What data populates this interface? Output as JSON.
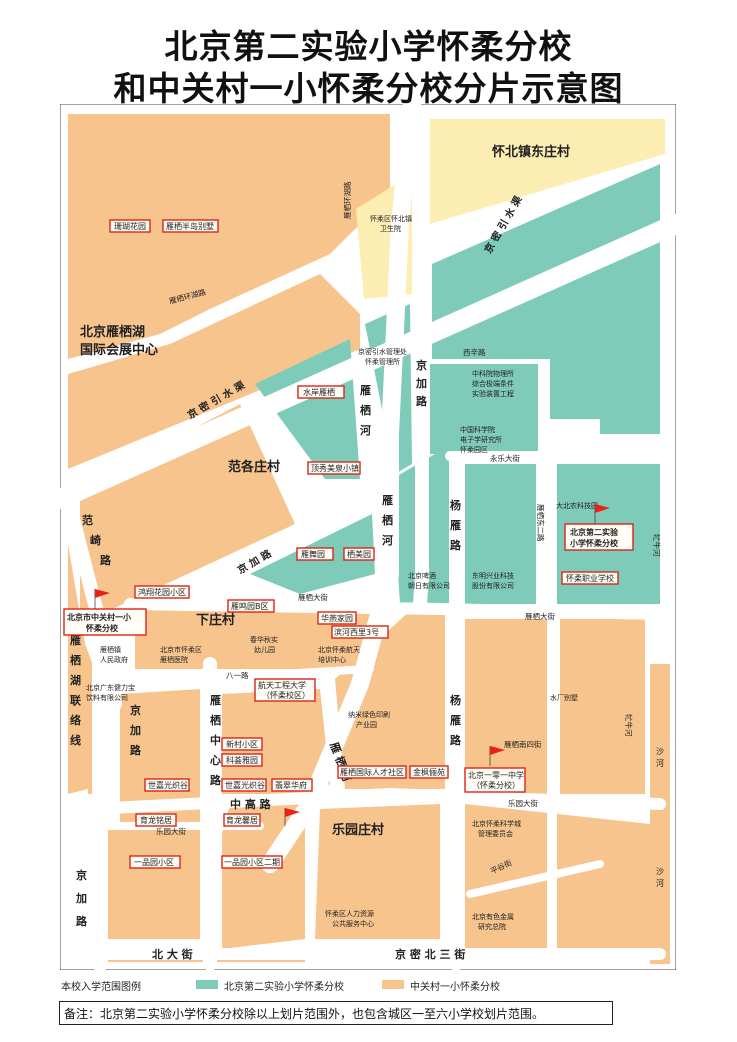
{
  "title": {
    "line1": "北京第二实验小学怀柔分校",
    "line2": "和中关村一小怀柔分校分片示意图"
  },
  "colors": {
    "school2_zone": "#7fcbb9",
    "zgc1_zone": "#f6c48c",
    "village": "#fcedb2",
    "road": "#ffffff",
    "box_border": "#d9241a",
    "flag": "#e8211a"
  },
  "areas": {
    "huaibei_dongzhuang": "怀北镇东庄村",
    "yanqihu_center": "北京雁栖湖\n国际会展中心",
    "fangezhuang": "范各庄村",
    "xiazhuang": "下庄村",
    "leyuanzhuang": "乐园庄村"
  },
  "roads": {
    "jingmi_yinshui_upper": "京密引水渠",
    "jingmi_yinshui_lower": "京密引水渠",
    "yanqi_huanhu_1": "雁栖环湖路",
    "yanqi_huanhu_2": "雁栖环湖路",
    "jingjia_1": "京加路",
    "jingjia_2": "京加路",
    "jingjia_3": "京加路",
    "jingjia_4": "京加路",
    "yanqi_he_1": "雁栖河",
    "yanqi_he_2": "雁栖河",
    "yanqi_he_3": "雁栖河",
    "yanqi_yonglu": "杨雁路",
    "yanqi_yonglu_2": "杨雁路",
    "yanqi_dong_2": "雁栖东二路",
    "fanqi": "范崎路",
    "yanqi_hu_lianluoxian": "雁栖湖联络线",
    "yanqi_zhongxin": "雁栖中心路",
    "zhonggao": "中高路",
    "bei_da_jie": "北大街",
    "jingmi_bei_san": "京密北三街",
    "leyuan_dajie": "乐园大街",
    "leyuan_dajie2": "乐园大街",
    "yanqi_dajie": "雁栖大街",
    "yanqi_dajie2": "雁栖大街",
    "yanqi_nan_si": "雁栖南四街",
    "yongdong_dajie": "永乐大街",
    "xixing": "西辛路",
    "ba_yi": "八一路",
    "yuniu_he_1": "牤牛河",
    "yuniu_he_2": "牤牛河",
    "sha_he_1": "沙河",
    "sha_he_2": "沙河",
    "pinggu": "平谷街"
  },
  "labels": {
    "huaibei_clinic": "怀柔区怀北镇\n卫生院",
    "jingmi_mgmt": "京密引水管理处\n怀柔管理所",
    "keyuan": "中科院物理所\n综合极端条件\n实验装置工程",
    "dianzi": "中国科学院\n电子学研究所\n怀柔园区",
    "dabei_park": "大北农科技园",
    "beer": "北京啤酒\n朝日有限公司",
    "dongming": "东明兴业科技\n股份有限公司",
    "yanqi_town_gov": "雁栖镇\n人民政府",
    "hospital": "北京市怀柔区\n雁栖医院",
    "kindergarten": "春华秋实\n幼儿园",
    "hangtian_center": "北京怀柔航天\n培训中心",
    "guangdong_jianli": "北京广东健力宝\n饮料有限公司",
    "nami_park": "纳米绿色印刷\n产业园",
    "shuichang_villa": "水厂别墅",
    "kexuecheng": "北京怀柔科学城\n管理委员会",
    "hr_center": "怀柔区人力资源\n公共服务中心",
    "metal_institute": "北京有色金属\n研究总院"
  },
  "communities": [
    "珊瑚花园",
    "雁栖半岛别墅",
    "水岸雁栖",
    "顶秀美泉小镇",
    "雁舞园",
    "栖美园",
    "鸿翔花园小区",
    "雁鸣园B区",
    "华燕家园",
    "滨河西里3号",
    "航天工程大学\n（怀柔校区）",
    "新村小区",
    "科荟雅园",
    "世嘉光织谷",
    "世嘉光织谷",
    "翡翠华府",
    "雁栖国际人才社区",
    "金枫俪苑",
    "育龙铭居",
    "育龙馨居",
    "一品园小区",
    "一品园小区二期",
    "怀柔职业学校"
  ],
  "schools": {
    "school2": "北京第二实验\n小学怀柔分校",
    "zgc1": "北京市中关村一小\n怀柔分校",
    "no101": "北京一零一中学\n（怀柔分校）"
  },
  "legend": {
    "title": "本校入学范围图例",
    "school2": "北京第二实验小学怀柔分校",
    "zgc1": "中关村一小怀柔分校"
  },
  "note": "备注：北京第二实验小学怀柔分校除以上划片范围外，也包含城区一至六小学校划片范围。"
}
